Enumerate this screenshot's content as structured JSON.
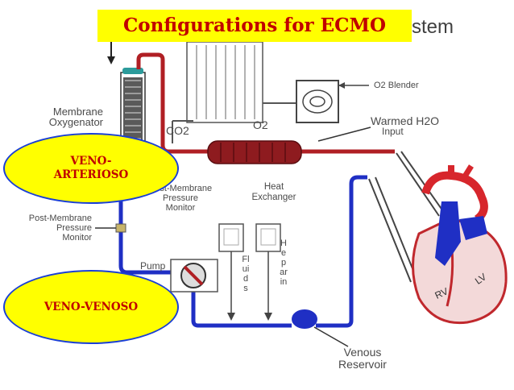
{
  "title": {
    "text": "Configurations for ECMO",
    "tail": "stem"
  },
  "labels": {
    "membrane_oxygenator": "Membrane\nOxygenator",
    "co2": "CO2",
    "o2": "O2",
    "o2_blender": "O2 Blender",
    "warmed_h2o": "Warmed H2O",
    "input": "Input",
    "heat_exchanger": "Heat\nExchanger",
    "post_membrane_pressure_monitor_top": "Post-Membrane\nPressure\nMonitor",
    "post_membrane_pressure_monitor_left": "Post-Membrane\nPressure\nMonitor",
    "pump": "Pump",
    "fluids": "Fluids",
    "heparin": "Heparin",
    "venous_reservoir": "Venous\nReservoir",
    "rv": "RV",
    "lv": "LV"
  },
  "callouts": {
    "veno_arterioso": "VENO-\nARTERIOSO",
    "veno_venoso": "VENO-VENOSO"
  },
  "colors": {
    "title_bg": "#ffff00",
    "title_text": "#c00000",
    "arterial_line": "#b01f24",
    "venous_line": "#1f2fc4",
    "callout_border": "#1a3fd6"
  }
}
